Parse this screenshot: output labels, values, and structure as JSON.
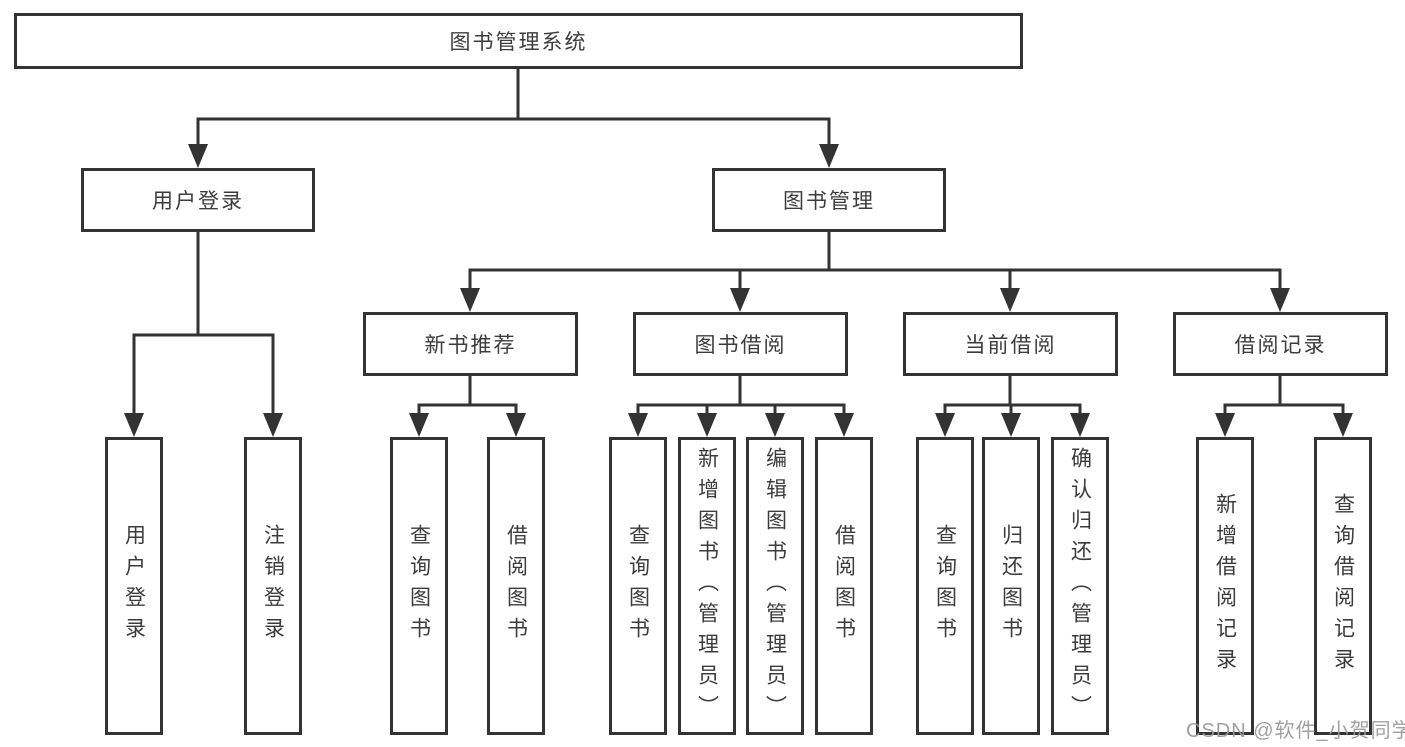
{
  "colors": {
    "line": "#333333",
    "box_border": "#333333",
    "text": "#3c3c3c",
    "background": "#ffffff",
    "watermark": "#989898"
  },
  "watermark": {
    "text": "CSDN @软件_小贺同学"
  },
  "tree": {
    "root": {
      "label": "图书管理系统"
    },
    "branches": [
      {
        "label": "用户登录",
        "children": [
          {
            "label": "用户登录"
          },
          {
            "label": "注销登录"
          }
        ]
      },
      {
        "label": "图书管理",
        "children": [
          {
            "label": "新书推荐",
            "children": [
              {
                "label": "查询图书"
              },
              {
                "label": "借阅图书"
              }
            ]
          },
          {
            "label": "图书借阅",
            "children": [
              {
                "label": "查询图书"
              },
              {
                "label": "新增图书（管理员）"
              },
              {
                "label": "编辑图书（管理员）"
              },
              {
                "label": "借阅图书"
              }
            ]
          },
          {
            "label": "当前借阅",
            "children": [
              {
                "label": "查询图书"
              },
              {
                "label": "归还图书"
              },
              {
                "label": "确认归还（管理员）"
              }
            ]
          },
          {
            "label": "借阅记录",
            "children": [
              {
                "label": "新增借阅记录"
              },
              {
                "label": "查询借阅记录"
              }
            ]
          }
        ]
      }
    ]
  }
}
